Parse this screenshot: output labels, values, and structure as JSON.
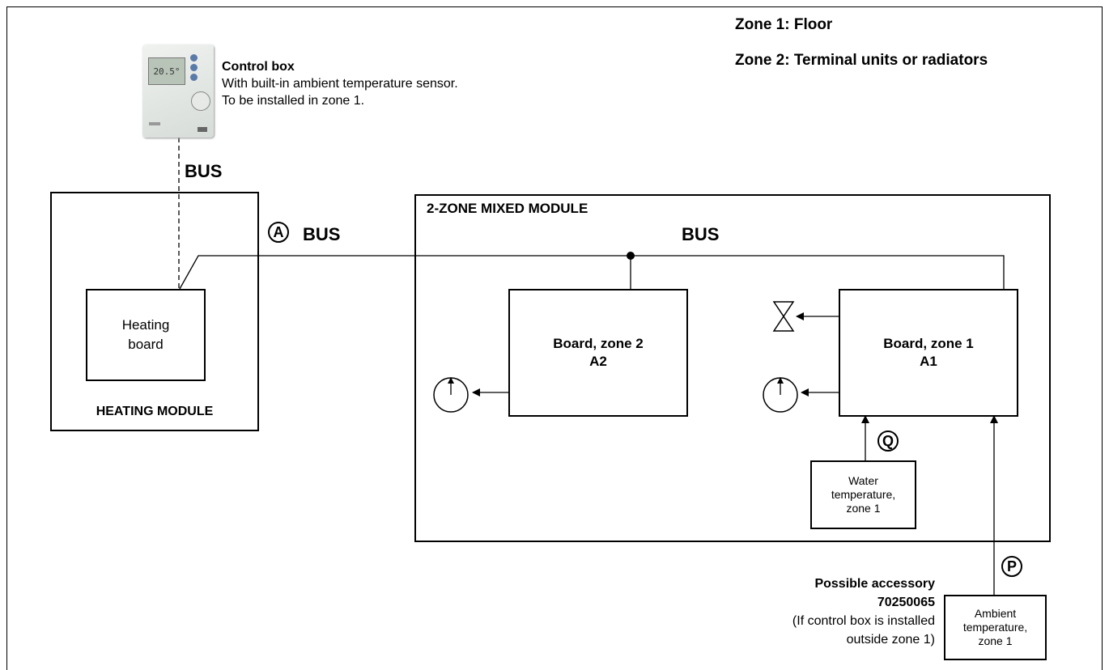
{
  "zones": {
    "zone1": "Zone 1: Floor",
    "zone2": "Zone 2: Terminal units or radiators"
  },
  "control_box": {
    "title": "Control box",
    "line1": "With built-in ambient temperature sensor.",
    "line2": "To be installed in zone 1."
  },
  "bus_labels": {
    "top": "BUS",
    "a": "BUS",
    "module": "BUS"
  },
  "heating_module": {
    "title": "HEATING MODULE",
    "board_line1": "Heating",
    "board_line2": "board"
  },
  "mixed_module": {
    "title": "2-ZONE MIXED MODULE",
    "board2_line1": "Board, zone 2",
    "board2_line2": "A2",
    "board1_line1": "Board, zone 1",
    "board1_line2": "A1"
  },
  "sensors": {
    "water_line1": "Water",
    "water_line2": "temperature,",
    "water_line3": "zone 1",
    "ambient_line1": "Ambient",
    "ambient_line2": "temperature,",
    "ambient_line3": "zone 1"
  },
  "markers": {
    "a": "A",
    "q": "Q",
    "p": "P"
  },
  "accessory": {
    "line1": "Possible accessory",
    "line2": "70250065",
    "line3": "(If control box is installed",
    "line4": "outside zone 1)"
  },
  "thermostat_display": "20.5°"
}
